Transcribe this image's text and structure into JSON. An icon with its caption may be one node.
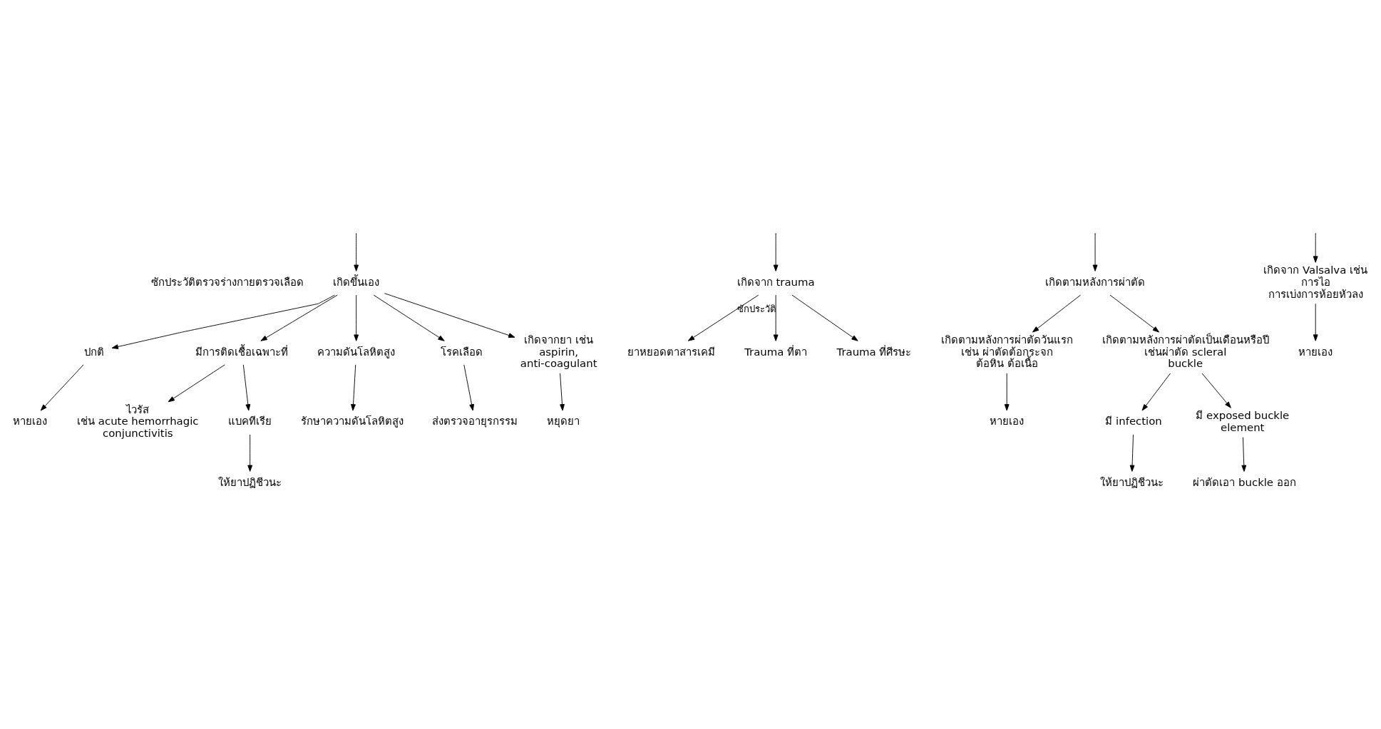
{
  "diagram": {
    "nodes": [
      {
        "text": [
          "เกิดขึ้นเอง"
        ]
      },
      {
        "text": [
          "เกิดจาก trauma"
        ]
      },
      {
        "text": [
          "เกิดตามหลังการผ่าตัด"
        ]
      },
      {
        "text": [
          "เกิดจาก Valsalva เช่น การไอ การเบ่งการห้อยหัวลง"
        ]
      },
      {
        "text": [
          "ยาหยอดตาสารเคมี"
        ]
      },
      {
        "text": [
          "Trauma ที่ตา"
        ]
      },
      {
        "text": [
          "Trauma ที่ศีรษะ"
        ]
      },
      {
        "text": [
          "เกิดตามหลังการผ่าตัดวันแรก เช่น ผ่าตัดต้อกระจก ต้อหิน ต้อเนื้อ"
        ]
      },
      {
        "text": [
          "เกิดตามหลังการผ่าตัดเป็นเดือนหรือปี เช่นผ่าตัด scleral buckle"
        ]
      },
      {
        "text": [
          "หายเอง"
        ]
      },
      {
        "text": [
          "หายเอง"
        ]
      },
      {
        "text": [
          "มี infection"
        ]
      },
      {
        "text": [
          "มี exposed buckle element"
        ]
      },
      {
        "text": [
          "ให้ยาปฏิชีวนะ"
        ]
      },
      {
        "text": [
          "ผ่าตัดเอา buckle ออก"
        ]
      },
      {
        "text": [
          "ปกติ"
        ]
      },
      {
        "text": [
          "มีการติดเชื้อเฉพาะที่"
        ]
      },
      {
        "text": [
          "ความดันโลหิตสูง"
        ]
      },
      {
        "text": [
          "โรคเลือด"
        ]
      },
      {
        "text": [
          "เกิดจากยา เช่น aspirin, anti-coagulant"
        ]
      },
      {
        "text": [
          "หายเอง"
        ]
      },
      {
        "text": [
          "ไวรัส",
          "เช่น acute hemorrhagic conjunctivitis"
        ]
      },
      {
        "text": [
          "แบคทีเรีย"
        ]
      },
      {
        "text": [
          "รักษาความดันโลหิตสูง"
        ]
      },
      {
        "text": [
          "ส่งตรวจอายุรกรรม"
        ]
      },
      {
        "text": [
          "หยุดยา"
        ]
      },
      {
        "text": [
          "ให้ยาปฏิชีวนะ"
        ]
      }
    ],
    "edges": [
      {
        "from": null,
        "to": 0,
        "arrow": "to"
      },
      {
        "from": null,
        "to": 1,
        "arrow": "to"
      },
      {
        "from": null,
        "to": 2,
        "arrow": "to"
      },
      {
        "from": null,
        "to": 3,
        "arrow": "to"
      },
      {
        "from": 1,
        "to": 4,
        "arrow": "to"
      },
      {
        "from": 1,
        "to": 5,
        "arrow": "to",
        "label": "ซักประวัติ"
      },
      {
        "from": 1,
        "to": 6,
        "arrow": "to"
      },
      {
        "from": 2,
        "to": 7,
        "arrow": "to"
      },
      {
        "from": 2,
        "to": 8,
        "arrow": "to"
      },
      {
        "from": 7,
        "to": 9,
        "arrow": "to"
      },
      {
        "from": 3,
        "to": 10,
        "arrow": "to"
      },
      {
        "from": 8,
        "to": 11,
        "arrow": "to"
      },
      {
        "from": 8,
        "to": 12,
        "arrow": "to"
      },
      {
        "from": 11,
        "to": 13,
        "arrow": "to"
      },
      {
        "from": 12,
        "to": 14,
        "arrow": "to"
      },
      {
        "from": 0,
        "to": 15,
        "arrow": "to"
      },
      {
        "from": 0,
        "to": 16,
        "arrow": "to"
      },
      {
        "from": 0,
        "to": 17,
        "arrow": "to"
      },
      {
        "from": 0,
        "to": 18,
        "arrow": "to"
      },
      {
        "from": 0,
        "to": 19,
        "arrow": "to"
      },
      {
        "from": 15,
        "to": 20,
        "arrow": "to"
      },
      {
        "from": 16,
        "to": 21,
        "arrow": "to"
      },
      {
        "from": 16,
        "to": 22,
        "arrow": "to"
      },
      {
        "from": 17,
        "to": 23,
        "arrow": "to"
      },
      {
        "from": 18,
        "to": 24,
        "arrow": "to"
      },
      {
        "from": 19,
        "to": 25,
        "arrow": "to"
      },
      {
        "from": 22,
        "to": 26,
        "arrow": "to"
      }
    ],
    "labels": [
      "ซักประวัติตรวจร่างกายตรวจเลือด"
    ]
  }
}
